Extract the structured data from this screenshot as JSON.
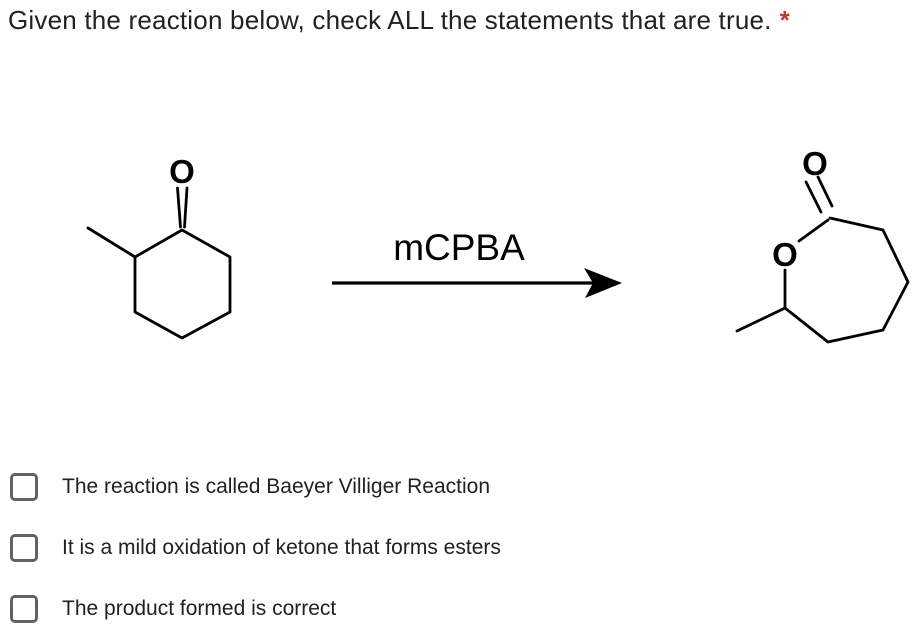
{
  "question": {
    "title": "Given the reaction below, check ALL the statements that are true.",
    "required_marker": "*"
  },
  "reaction": {
    "reagent_label": "mCPBA",
    "reactant_atoms": {
      "carbonyl_o": "O"
    },
    "product_atoms": {
      "carbonyl_o": "O",
      "ring_o": "O"
    }
  },
  "options": [
    {
      "label": "The reaction is called Baeyer Villiger Reaction",
      "checked": false
    },
    {
      "label": "It is a mild oxidation of ketone that forms esters",
      "checked": false
    },
    {
      "label": "The product formed is correct",
      "checked": false
    }
  ],
  "colors": {
    "required_asterisk": "#d93025",
    "body_text": "#202124",
    "checkbox_border": "#5f6368",
    "structure_ink": "#000000"
  }
}
